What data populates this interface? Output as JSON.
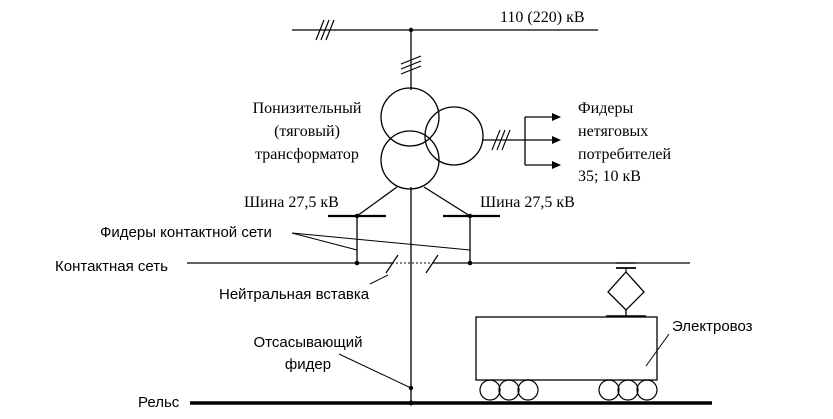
{
  "bus_high": {
    "label": "110 (220) кВ"
  },
  "transformer": {
    "lines": [
      "Понизительный",
      "(тяговый)",
      "трансформатор"
    ]
  },
  "feeders_nontraction": {
    "lines": [
      "Фидеры",
      "нетяговых",
      "потребителей",
      "35; 10 кВ"
    ]
  },
  "bus_left": {
    "label": "Шина 27,5 кВ"
  },
  "bus_right": {
    "label": "Шина 27,5 кВ"
  },
  "contact_feeders": {
    "label": "Фидеры контактной сети"
  },
  "contact_network": {
    "label": "Контактная сеть"
  },
  "neutral_insert": {
    "label": "Нейтральная вставка"
  },
  "suction_feeder": {
    "lines": [
      "Отсасывающий",
      "фидер"
    ]
  },
  "locomotive": {
    "label": "Электровоз"
  },
  "rail": {
    "label": "Рельс"
  },
  "colors": {
    "line": "#000000",
    "background": "#ffffff"
  }
}
